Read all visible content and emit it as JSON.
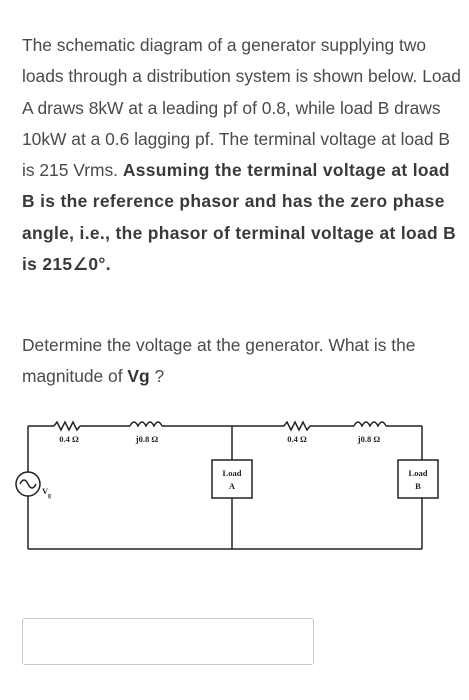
{
  "problem": {
    "text_regular": "The schematic diagram of a generator supplying two loads through a distribution system is shown below. Load A draws 8kW at a leading pf of 0.8, while load B draws 10kW at a 0.6 lagging pf. The terminal voltage at load B is 215 Vrms.",
    "text_bold": "Assuming the terminal voltage at load B is the reference phasor and has the zero phase angle, i.e., the phasor of terminal voltage at load B is 215∠0°."
  },
  "question": {
    "text_prefix": "Determine the voltage at the generator. What is the magnitude of",
    "variable": "Vg",
    "text_suffix": "?"
  },
  "schematic": {
    "r1_label": "0.4 Ω",
    "x1_label": "j0.8 Ω",
    "r2_label": "0.4 Ω",
    "x2_label": "j0.8 Ω",
    "load_a_line1": "Load",
    "load_a_line2": "A",
    "load_b_line1": "Load",
    "load_b_line2": "B",
    "source_label": "V",
    "source_sub": "g"
  },
  "answer": {
    "value": ""
  }
}
